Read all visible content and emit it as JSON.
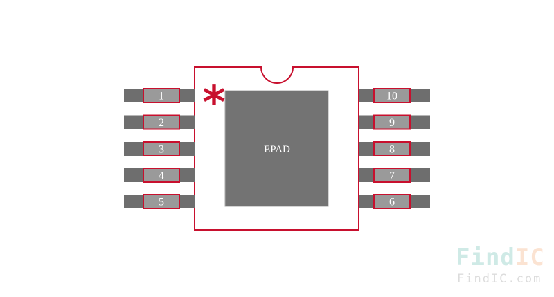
{
  "footprint": {
    "package_pins": 10,
    "epad_label": "EPAD",
    "pin1_marker": "*",
    "left_pins": [
      "1",
      "2",
      "3",
      "4",
      "5"
    ],
    "right_pins": [
      "10",
      "9",
      "8",
      "7",
      "6"
    ]
  },
  "colors": {
    "outline": "#c8102e",
    "lead": "#6e6e6e",
    "pad": "#9a9a9a",
    "epad": "#737373",
    "pin_text": "#ffffff",
    "watermark_find": "#cfeae6",
    "watermark_ic": "#fbe3d2",
    "watermark_url": "#dcdcdc"
  },
  "watermark": {
    "brand_part1": "Find",
    "brand_part2": "IC",
    "url": "FindIC.com"
  }
}
